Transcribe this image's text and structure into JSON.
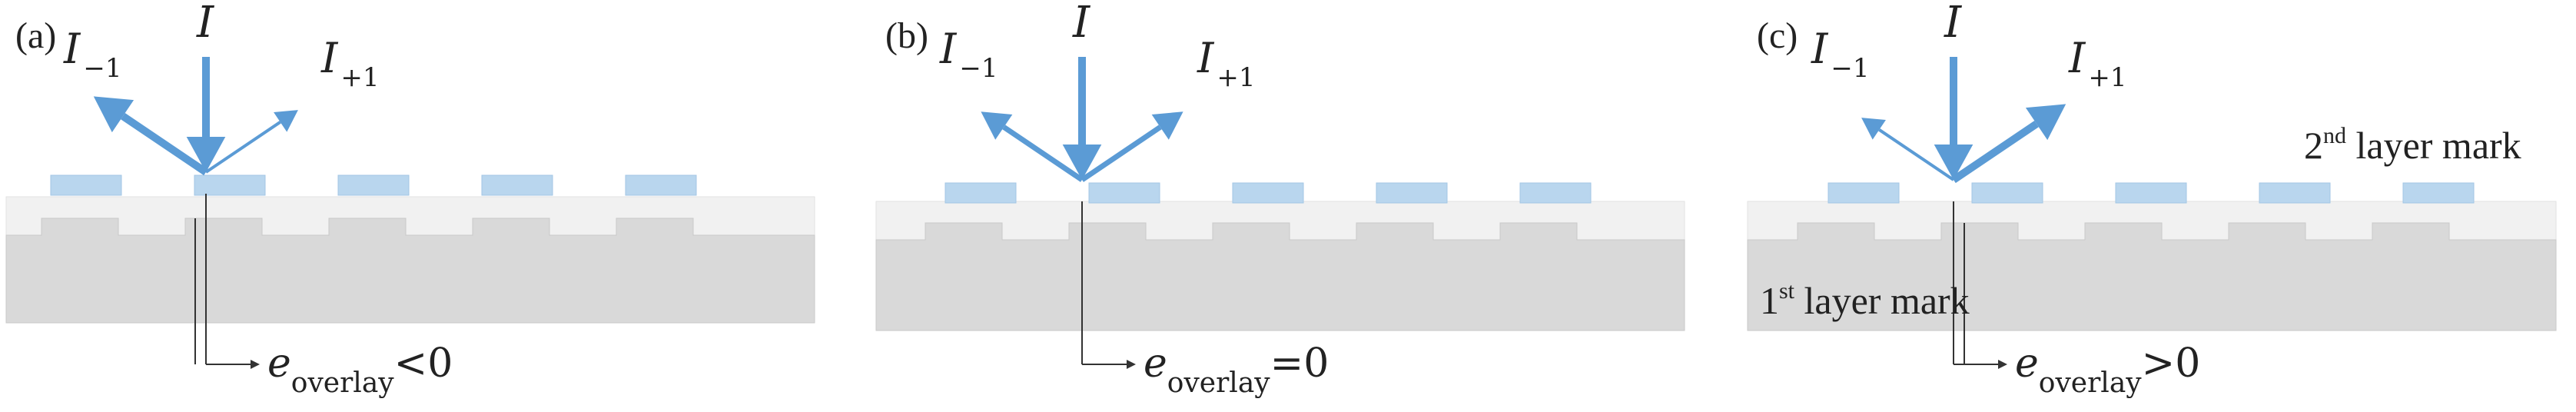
{
  "panels": [
    {
      "label": "(a)",
      "incident": "I",
      "minus": {
        "base": "I",
        "sub": "−1"
      },
      "plus": {
        "base": "I",
        "sub": "+1"
      },
      "overlay": {
        "base": "e",
        "sub": "overlay",
        "rel": "<0"
      },
      "overlay_sign": -1,
      "minus_strength": "strong",
      "plus_strength": "weak"
    },
    {
      "label": "(b)",
      "incident": "I",
      "minus": {
        "base": "I",
        "sub": "−1"
      },
      "plus": {
        "base": "I",
        "sub": "+1"
      },
      "overlay": {
        "base": "e",
        "sub": "overlay",
        "rel": "=0"
      },
      "overlay_sign": 0,
      "minus_strength": "medium",
      "plus_strength": "medium"
    },
    {
      "label": "(c)",
      "incident": "I",
      "minus": {
        "base": "I",
        "sub": "−1"
      },
      "plus": {
        "base": "I",
        "sub": "+1"
      },
      "overlay": {
        "base": "e",
        "sub": "overlay",
        "rel": ">0"
      },
      "overlay_sign": 1,
      "minus_strength": "weak",
      "plus_strength": "strong"
    }
  ],
  "layer2_label": {
    "num": "2",
    "sup": "nd",
    "rest": " layer mark"
  },
  "layer1_label": {
    "num": "1",
    "sup": "st",
    "rest": " layer mark"
  },
  "colors": {
    "beam": "#5b9bd5",
    "top_grating": "#b9d6ee",
    "top_grating_stroke": "#a3c6e4",
    "film": "#f1f1f1",
    "substrate": "#d9d9d9",
    "line": "#333333"
  }
}
